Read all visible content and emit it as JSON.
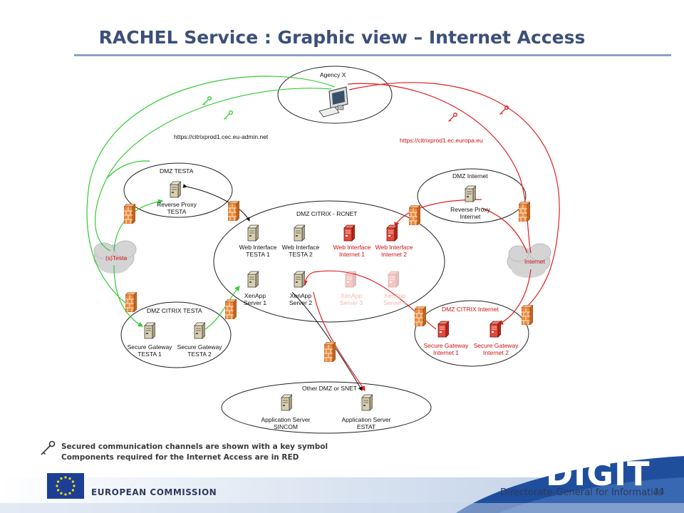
{
  "slide": {
    "title": "RACHEL Service : Graphic view – Internet Access",
    "page_number": "11"
  },
  "zones": {
    "agency": "Agency X",
    "dmz_testa": "DMZ TESTA",
    "dmz_internet": "DMZ Internet",
    "dmz_citrix_rcnet": "DMZ CITRIX - RCNET",
    "dmz_citrix_testa": "DMZ CITRIX TESTA",
    "dmz_citrix_internet": "DMZ CITRIX Internet",
    "other_dmz": "Other DMZ or SNET"
  },
  "urls": {
    "testa": "https://citrixprod1.cec.eu-admin.net",
    "internet": "https://citrixprod1.ec.europa.eu"
  },
  "clouds": {
    "testa": "(s)Testa",
    "internet": "Internet"
  },
  "servers": {
    "reverse_proxy_testa": [
      "Reverse Proxy",
      "TESTA"
    ],
    "reverse_proxy_internet": [
      "Reverse Proxy",
      "Internet"
    ],
    "web_interface_testa1": [
      "Web Interface",
      "TESTA 1"
    ],
    "web_interface_testa2": [
      "Web Interface",
      "TESTA 2"
    ],
    "web_interface_internet1": [
      "Web Interface",
      "Internet 1"
    ],
    "web_interface_internet2": [
      "Web Interface",
      "Internet 2"
    ],
    "xenapp1": [
      "XenApp",
      "Server 1"
    ],
    "xenapp2": [
      "XenApp",
      "Server 2"
    ],
    "xenapp3": [
      "XenApp",
      "Server 3"
    ],
    "xenapp4": [
      "XenApp",
      "Server 4"
    ],
    "sg_testa1": [
      "Secure Gateway",
      "TESTA 1"
    ],
    "sg_testa2": [
      "Secure Gateway",
      "TESTA 2"
    ],
    "sg_internet1": [
      "Secure Gateway",
      "Internet 1"
    ],
    "sg_internet2": [
      "Secure Gateway",
      "Internet 2"
    ],
    "app_sincom": [
      "Application Server",
      "SINCOM"
    ],
    "app_estat": [
      "Application Server",
      "ESTAT"
    ]
  },
  "legend": {
    "line1": "Secured communication channels are shown with a key symbol",
    "line2": "Components required for the Internet Access are in RED"
  },
  "footer": {
    "org": "EUROPEAN COMMISSION",
    "logo": "DIGIT",
    "dg": "Directorate-General for Informatics"
  },
  "colors": {
    "title": "#3c4f7a",
    "green_channel": "#33cc33",
    "red_channel": "#e02020",
    "footer_blue": "#1f4e9c"
  }
}
